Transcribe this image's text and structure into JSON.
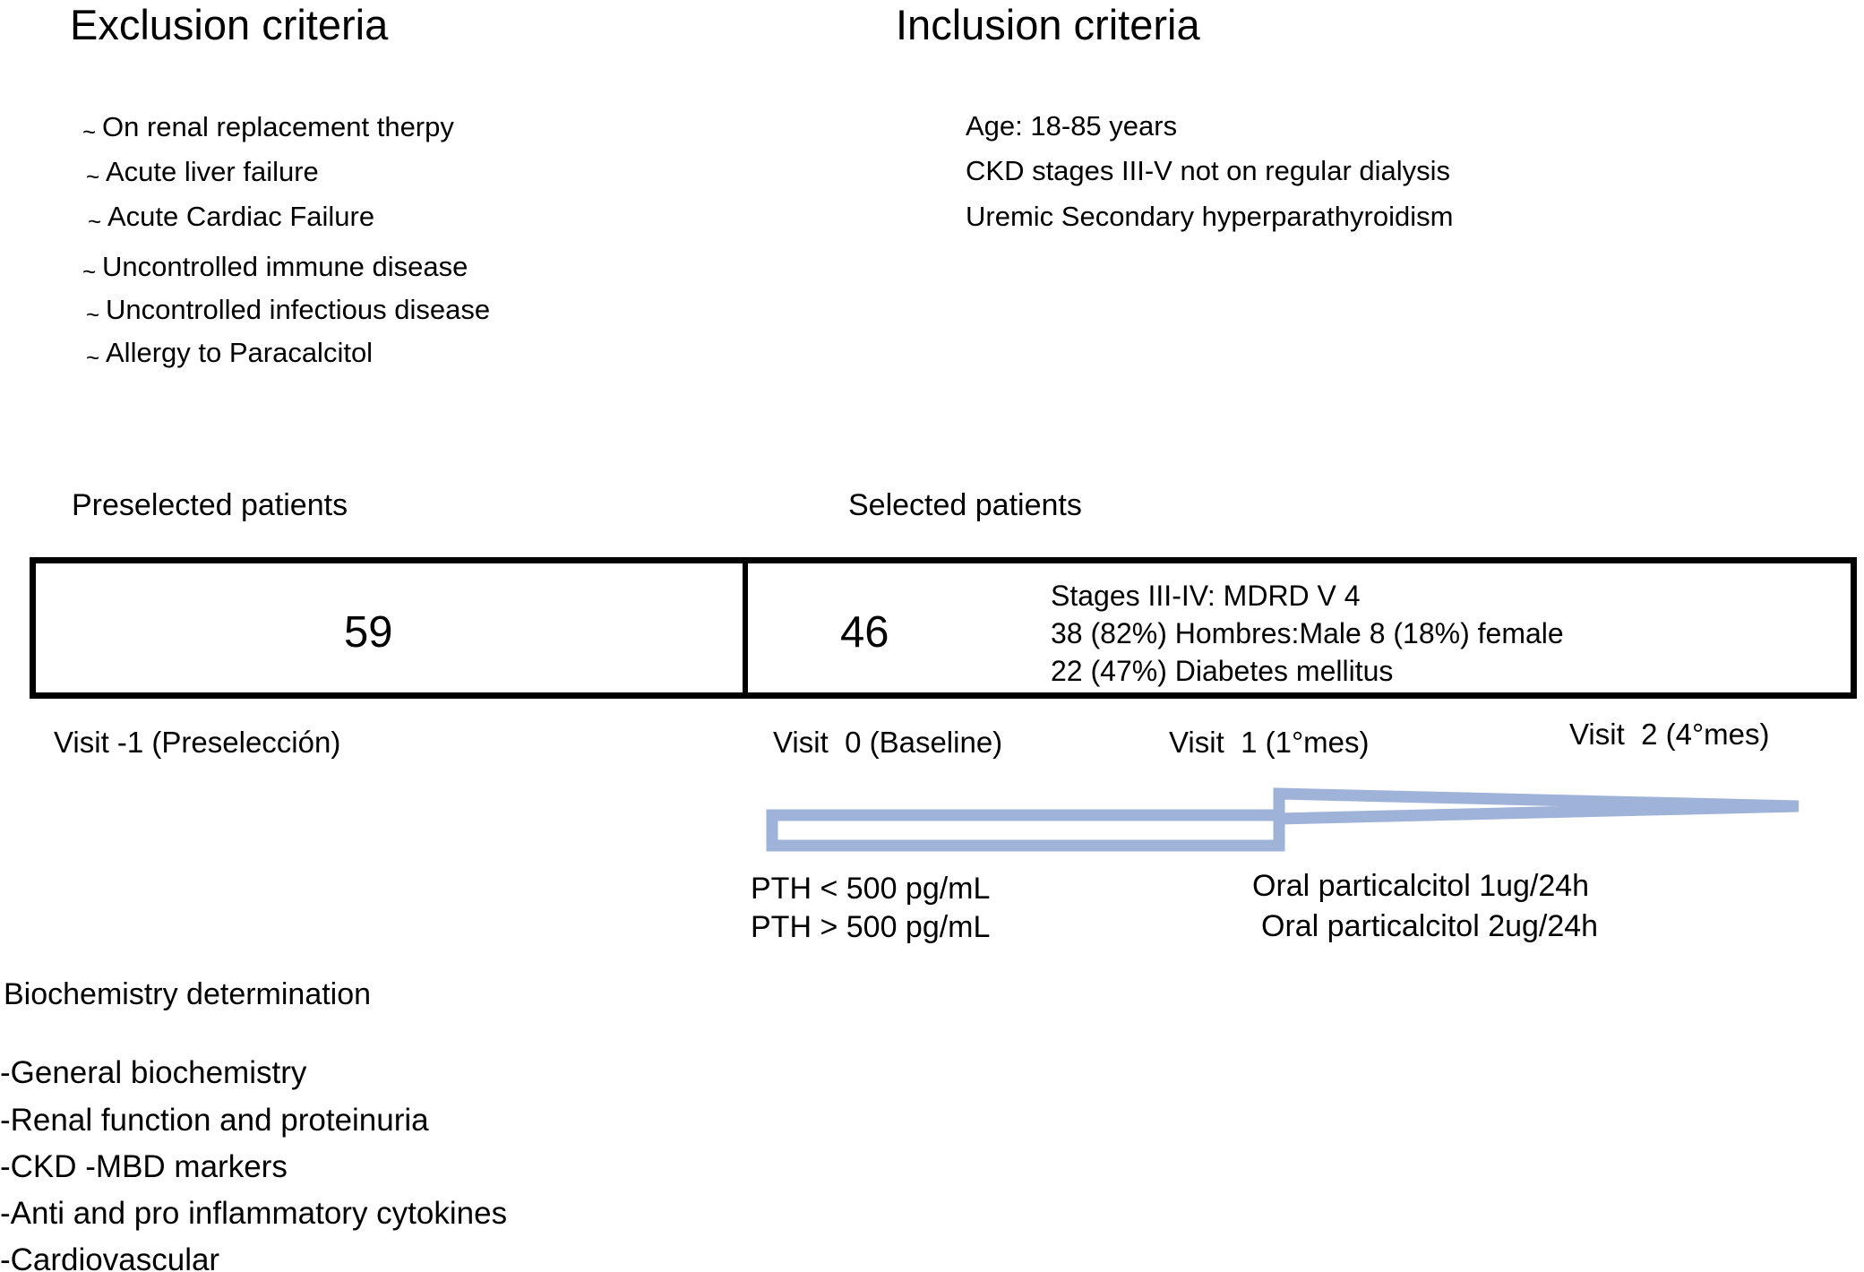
{
  "exclusion": {
    "title": "Exclusion criteria",
    "bullet_glyph": "~",
    "items": [
      "On renal replacement therpy",
      "Acute liver failure",
      "Acute Cardiac Failure",
      "Uncontrolled immune disease",
      "Uncontrolled infectious disease",
      "Allergy to Paracalcitol"
    ]
  },
  "inclusion": {
    "title": "Inclusion criteria",
    "items": [
      "Age: 18-85 years",
      "CKD stages III-V not on regular dialysis",
      "Uremic Secondary hyperparathyroidism"
    ]
  },
  "cohort": {
    "preselected_caption": "Preselected patients",
    "selected_caption": "Selected patients",
    "preselected_count": "59",
    "selected_count": "46",
    "details": [
      "Stages III-IV: MDRD V 4",
      "38 (82%) Hombres:Male 8 (18%) female",
      "22 (47%) Diabetes mellitus"
    ]
  },
  "visits": [
    "Visit -1 (Preselección)",
    "Visit  0 (Baseline)",
    "Visit  1 (1°mes)",
    "Visit  2 (4°mes)"
  ],
  "treatment": {
    "pth_lines": [
      "PTH < 500 pg/mL",
      "PTH > 500 pg/mL"
    ],
    "dose_lines": [
      "Oral particalcitol 1ug/24h",
      "Oral particalcitol 2ug/24h"
    ],
    "arrow_color": "#9fb3d9"
  },
  "biochemistry": {
    "heading": "Biochemistry determination",
    "items": [
      "-General biochemistry",
      "-Renal function and proteinuria",
      "-CKD -MBD markers",
      "-Anti and pro inflammatory cytokines",
      "-Cardiovascular"
    ]
  }
}
